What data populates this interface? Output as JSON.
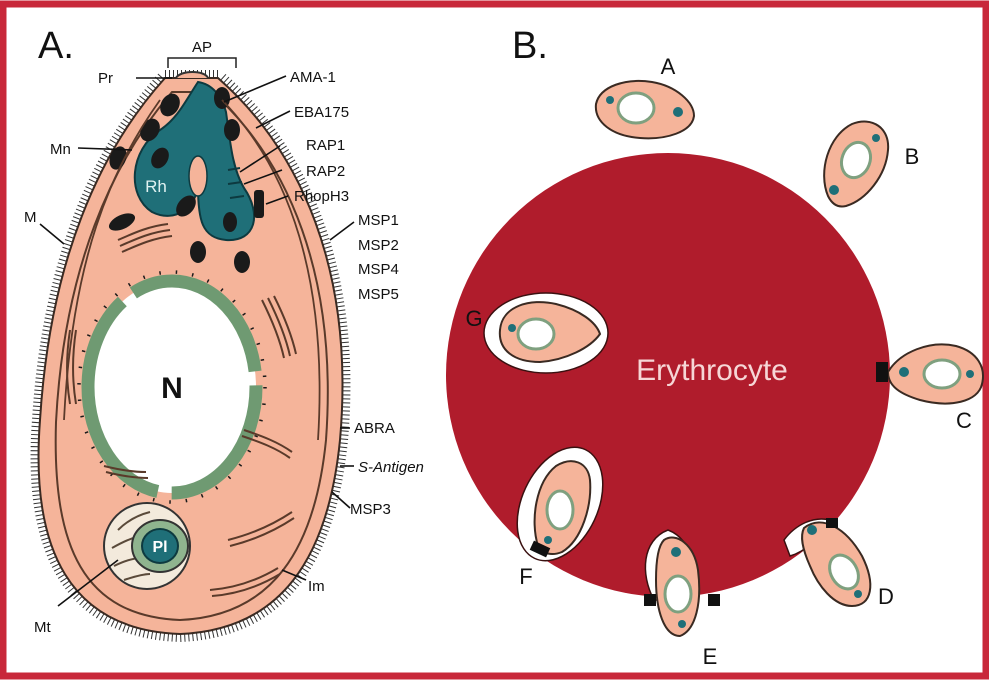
{
  "panel_a": {
    "heading": "A.",
    "nucleus": "N",
    "rhoptry": "Rh",
    "plastid": "Pl",
    "labels": {
      "ap": "AP",
      "pr": "Pr",
      "mn": "Mn",
      "m": "M",
      "mt": "Mt",
      "im": "Im",
      "ama1": "AMA-1",
      "eba175": "EBA175",
      "rap1": "RAP1",
      "rap2": "RAP2",
      "rhoph3": "RhopH3",
      "msp1": "MSP1",
      "msp2": "MSP2",
      "msp4": "MSP4",
      "msp5": "MSP5",
      "abra": "ABRA",
      "santigen": "S-Antigen",
      "msp3": "MSP3"
    }
  },
  "panel_b": {
    "heading": "B.",
    "cell_label": "Erythrocyte",
    "stages": {
      "a": "A",
      "b": "B",
      "c": "C",
      "d": "D",
      "e": "E",
      "f": "F",
      "g": "G"
    }
  },
  "colors": {
    "frame": "#c8283a",
    "merozoite_fill": "#f5b49a",
    "rhoptry_teal": "#1f6f78",
    "nucleus_border": "#6f9a72",
    "erythrocyte": "#b01c2c"
  }
}
